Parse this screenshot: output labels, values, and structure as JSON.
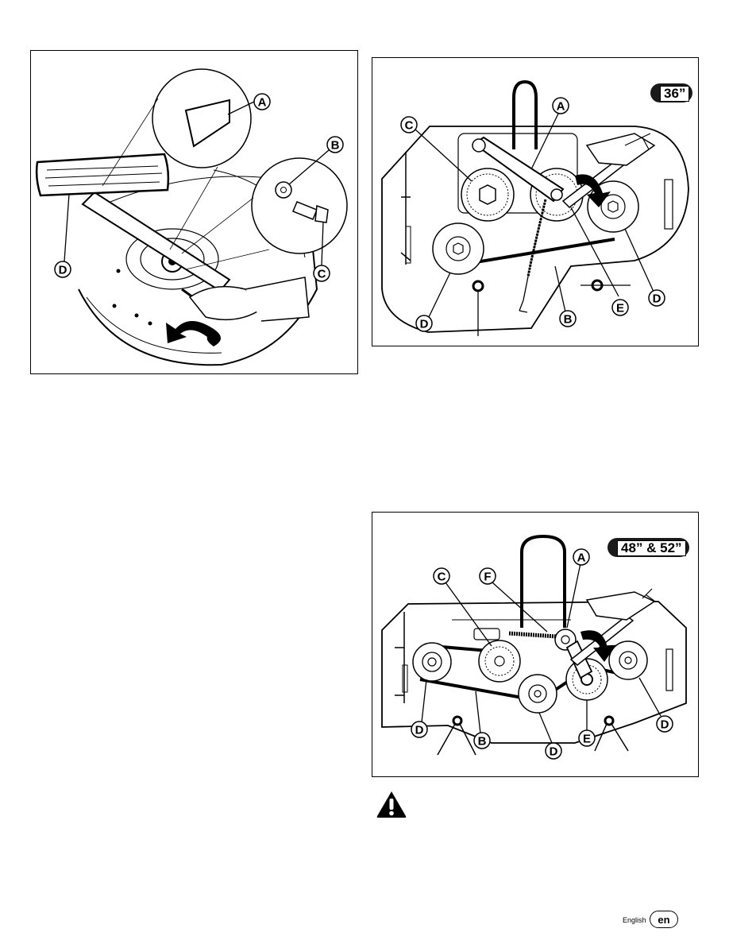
{
  "figure1": {
    "callouts": {
      "a": "A",
      "b": "B",
      "c": "C",
      "d": "D"
    }
  },
  "figure2": {
    "size_badge": "36”",
    "callouts": {
      "a": "A",
      "b": "B",
      "c": "C",
      "d1": "D",
      "d2": "D",
      "e": "E"
    }
  },
  "figure3": {
    "size_badge": "48” & 52”",
    "callouts": {
      "a": "A",
      "b": "B",
      "c": "C",
      "d1": "D",
      "d2": "D",
      "d3": "D",
      "e": "E",
      "f": "F"
    }
  },
  "warning": {
    "icon": "warning-triangle-icon"
  },
  "footer": {
    "language": "English",
    "language_code": "en"
  }
}
